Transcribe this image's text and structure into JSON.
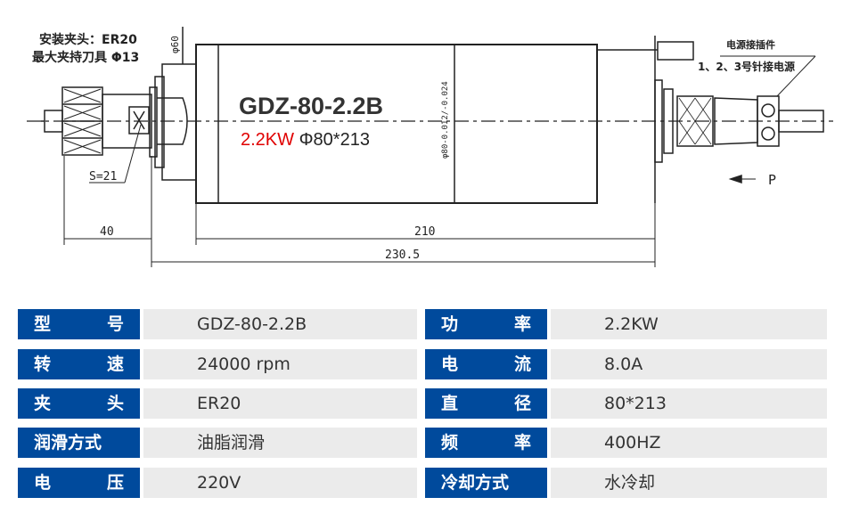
{
  "drawing": {
    "chuck_note": "安装夹头：ER20",
    "max_tool_note": "最大夹持刀具 Φ13",
    "connector_note": "电源接插件",
    "pins_note": "1、2、3号针接电源",
    "model_title": "GDZ-80-2.2B",
    "power": "2.2KW",
    "size": "Φ80*213",
    "dim_phi60": "φ60",
    "dim_phi80": "φ80-0.012/-0.024",
    "dim_s": "S=21",
    "dim_40": "40",
    "dim_210": "210",
    "dim_230": "230.5",
    "view_p": "P"
  },
  "specs": {
    "left": [
      {
        "label": [
          "型",
          "号"
        ],
        "value": "GDZ-80-2.2B"
      },
      {
        "label": [
          "转",
          "速"
        ],
        "value": "24000 rpm"
      },
      {
        "label": [
          "夹",
          "头"
        ],
        "value": "ER20"
      },
      {
        "label": [
          "润滑方式"
        ],
        "value": "油脂润滑"
      },
      {
        "label": [
          "电",
          "压"
        ],
        "value": "220V"
      }
    ],
    "right": [
      {
        "label": [
          "功",
          "率"
        ],
        "value": "2.2KW"
      },
      {
        "label": [
          "电",
          "流"
        ],
        "value": "8.0A"
      },
      {
        "label": [
          "直",
          "径"
        ],
        "value": "80*213"
      },
      {
        "label": [
          "频",
          "率"
        ],
        "value": "400HZ"
      },
      {
        "label": [
          "冷却方式"
        ],
        "value": "水冷却"
      }
    ]
  }
}
